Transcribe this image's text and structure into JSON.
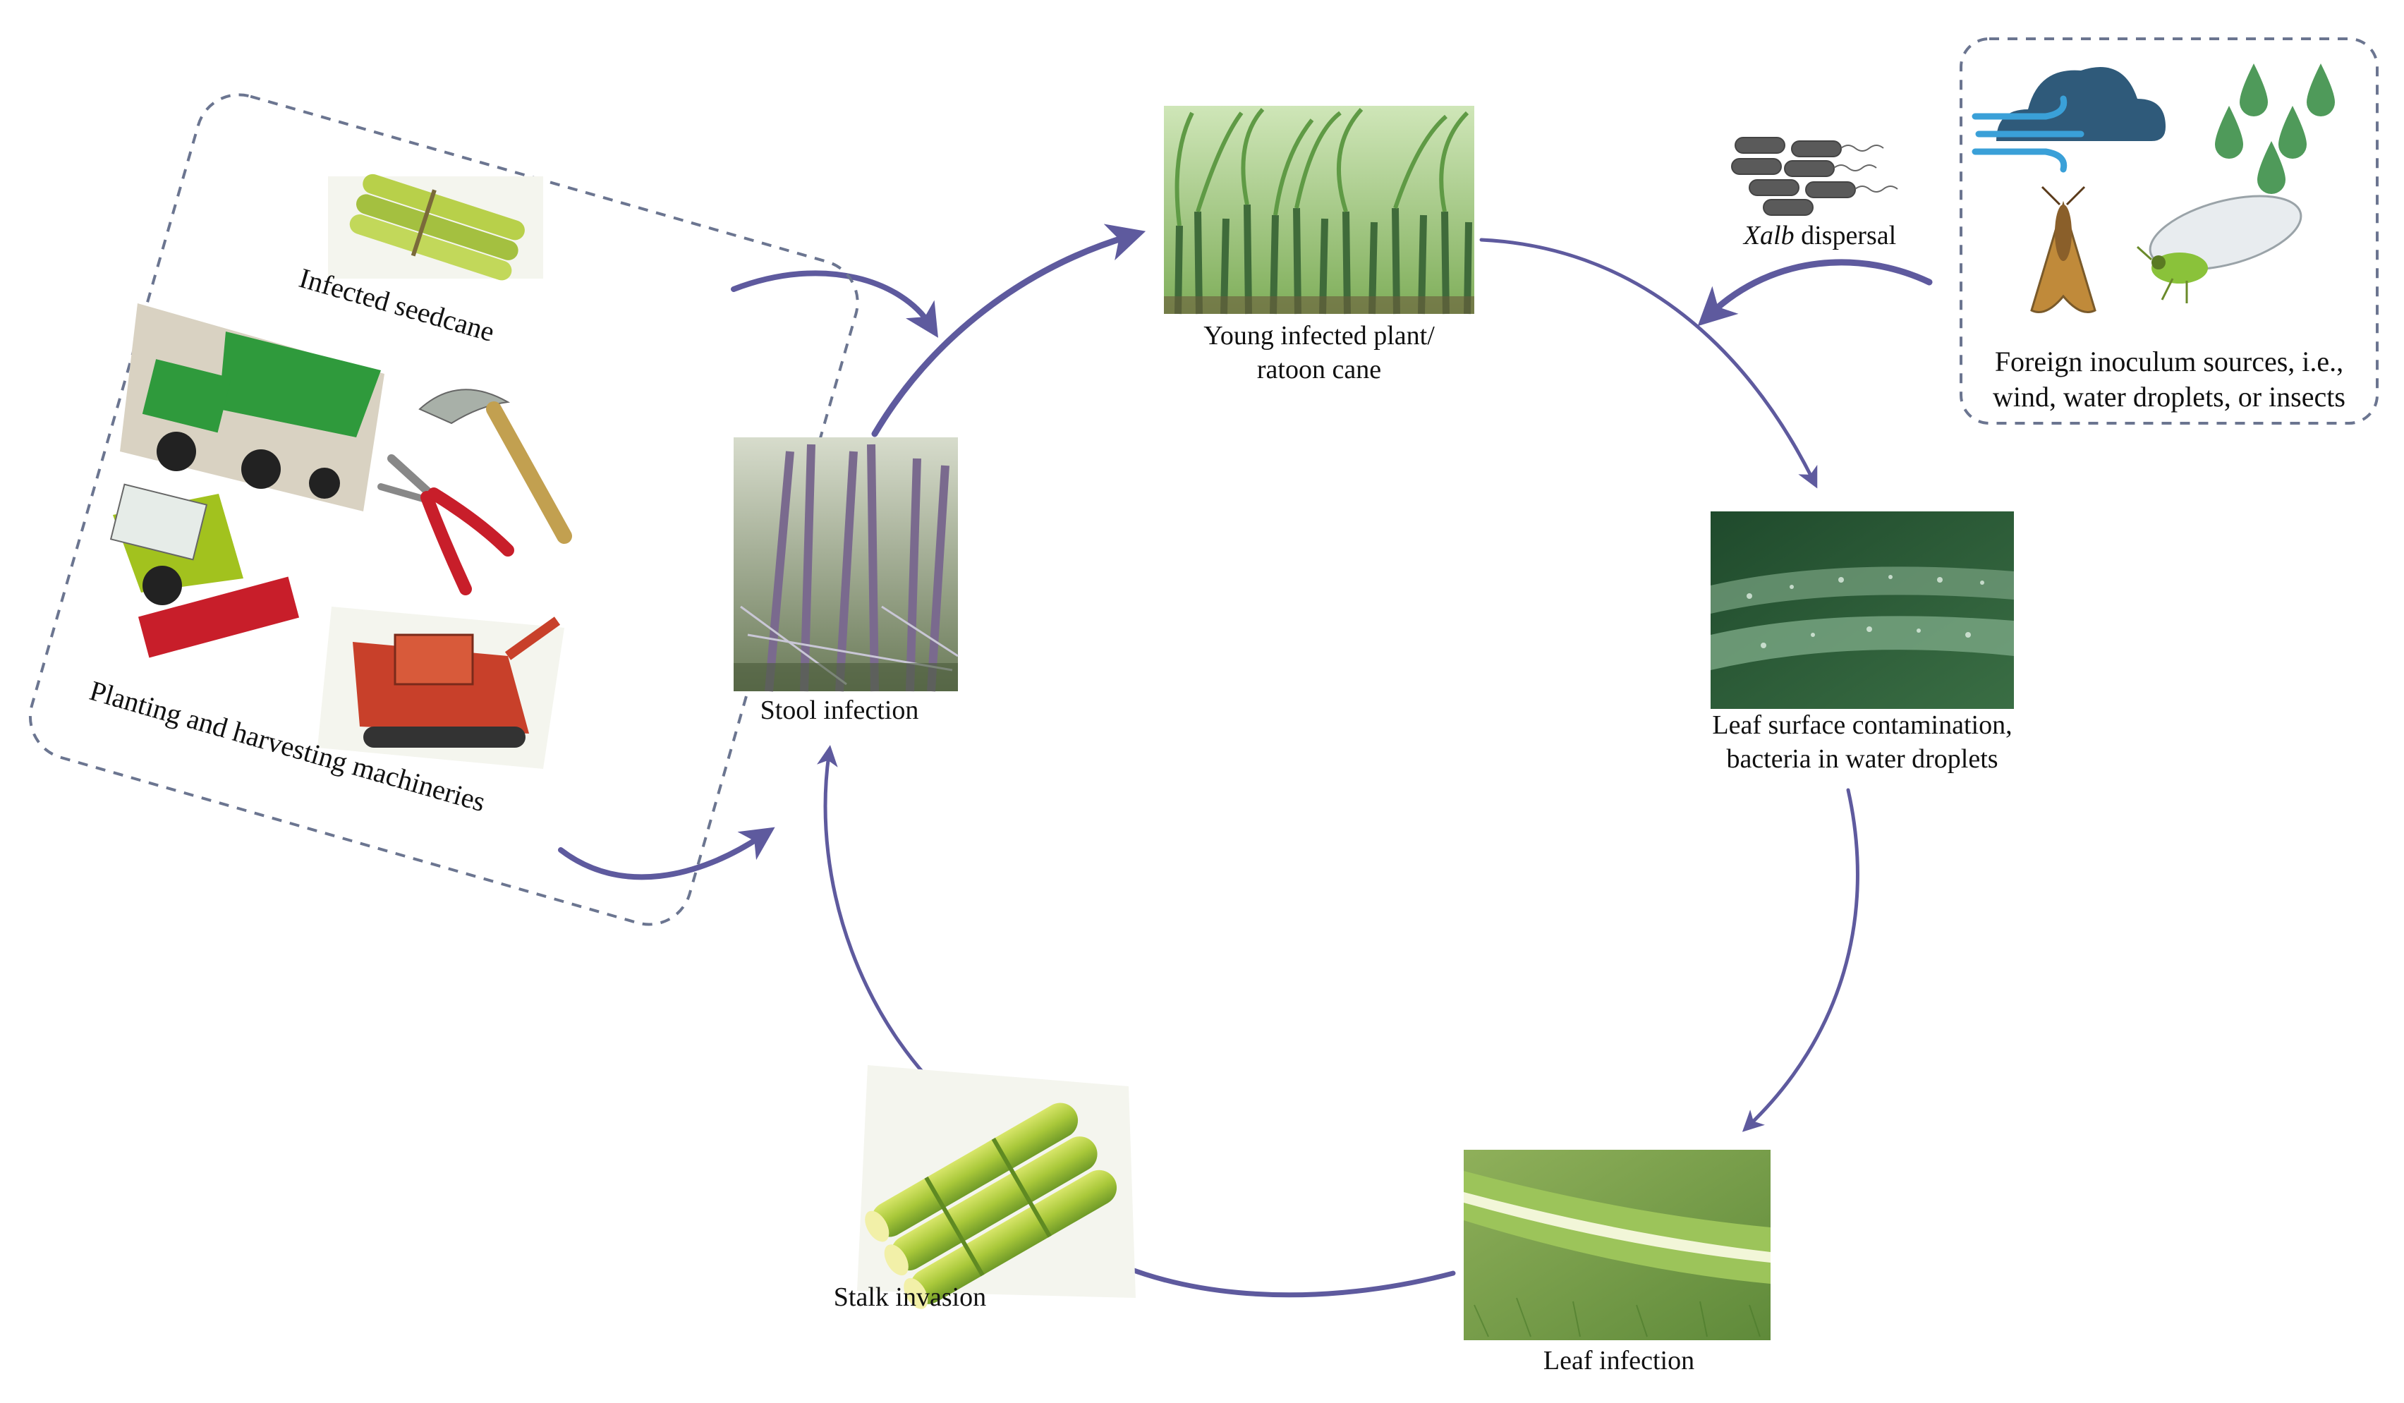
{
  "colors": {
    "arrow": "#5e5a9e",
    "dashed_border": "#6b7590",
    "cane_green": "#a9c83a",
    "leaf_green": "#2f6b3a",
    "water_green": "#4f9a5a",
    "cloud": "#2f5a7a",
    "wind": "#3aa0d8",
    "machine_green": "#2f9a3c",
    "harvester_red": "#c8402a",
    "pruner_red": "#c81e2a"
  },
  "nodes": {
    "young_plant": {
      "lines": [
        "Young infected plant/",
        "ratoon cane"
      ],
      "icon": "young-sugarcane-photo"
    },
    "leaf_contamination": {
      "lines": [
        "Leaf surface contamination,",
        "bacteria in water droplets"
      ],
      "icon": "wet-leaf-photo"
    },
    "leaf_infection": {
      "label": "Leaf infection",
      "icon": "striped-leaf-photo"
    },
    "stalk_invasion": {
      "label": "Stalk invasion",
      "icon": "cane-stalks-icon"
    },
    "stool_infection": {
      "label": "Stool infection",
      "icon": "cane-stool-photo"
    }
  },
  "dispersal": {
    "italic": "Xalb",
    "rest": " dispersal",
    "icon": "bacteria-icon"
  },
  "foreign_sources": {
    "lines": [
      "Foreign inoculum sources, i.e.,",
      "wind, water droplets, or insects"
    ],
    "icons": [
      "wind-cloud-icon",
      "water-droplets-icon",
      "moth-icon",
      "leafhopper-icon"
    ]
  },
  "human_sources": {
    "seedcane_label": "Infected seedcane",
    "machinery_label": "Planting and harvesting machineries",
    "icons": [
      "seedcane-bundle-icon",
      "planter-machine-icon",
      "machete-icon",
      "pruning-shears-icon",
      "forage-harvester-icon",
      "cane-harvester-icon"
    ]
  }
}
